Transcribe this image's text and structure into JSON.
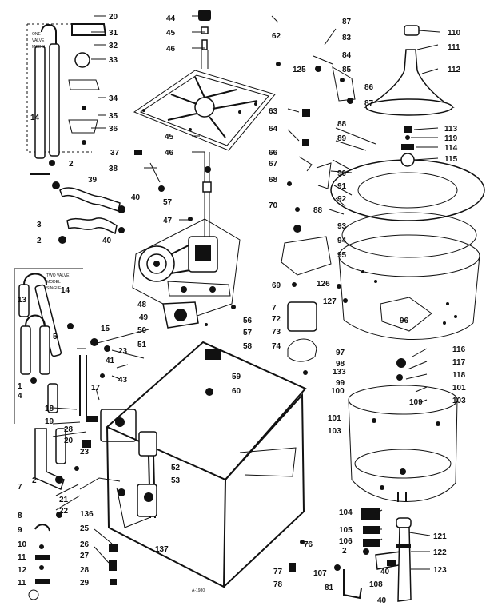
{
  "diagram": {
    "callouts": [
      "20",
      "31",
      "32",
      "33",
      "14",
      "34",
      "35",
      "36",
      "2",
      "39",
      "40",
      "3",
      "2",
      "40",
      "37",
      "38",
      "57",
      "44",
      "45",
      "46",
      "45",
      "46",
      "47",
      "48",
      "49",
      "50",
      "51",
      "56",
      "57",
      "58",
      "59",
      "60",
      "62",
      "63",
      "64",
      "66",
      "67",
      "68",
      "70",
      "87",
      "83",
      "84",
      "85",
      "86",
      "87",
      "125",
      "88",
      "89",
      "90",
      "91",
      "92",
      "93",
      "94",
      "95",
      "88",
      "110",
      "111",
      "112",
      "113",
      "119",
      "114",
      "115",
      "14",
      "13",
      "5",
      "15",
      "23",
      "41",
      "43",
      "17",
      "18",
      "19",
      "28",
      "20",
      "23",
      "21",
      "22",
      "136",
      "25",
      "26",
      "27",
      "28",
      "29",
      "1",
      "4",
      "7",
      "2",
      "8",
      "9",
      "10",
      "11",
      "12",
      "11",
      "52",
      "53",
      "137",
      "69",
      "7",
      "72",
      "73",
      "74",
      "126",
      "127",
      "96",
      "116",
      "117",
      "118",
      "101",
      "103",
      "97",
      "98",
      "133",
      "99",
      "100",
      "101",
      "103",
      "109",
      "104",
      "105",
      "106",
      "2",
      "107",
      "108",
      "40",
      "121",
      "122",
      "123",
      "76",
      "77",
      "78",
      "81",
      "40"
    ],
    "inset_labels": {
      "one_valve": [
        "ONE",
        "VALVE",
        "MODEL"
      ],
      "two_valve": [
        "TWO VALVE",
        "MODEL",
        "SINGLE"
      ]
    },
    "part_number": "A-1980"
  }
}
